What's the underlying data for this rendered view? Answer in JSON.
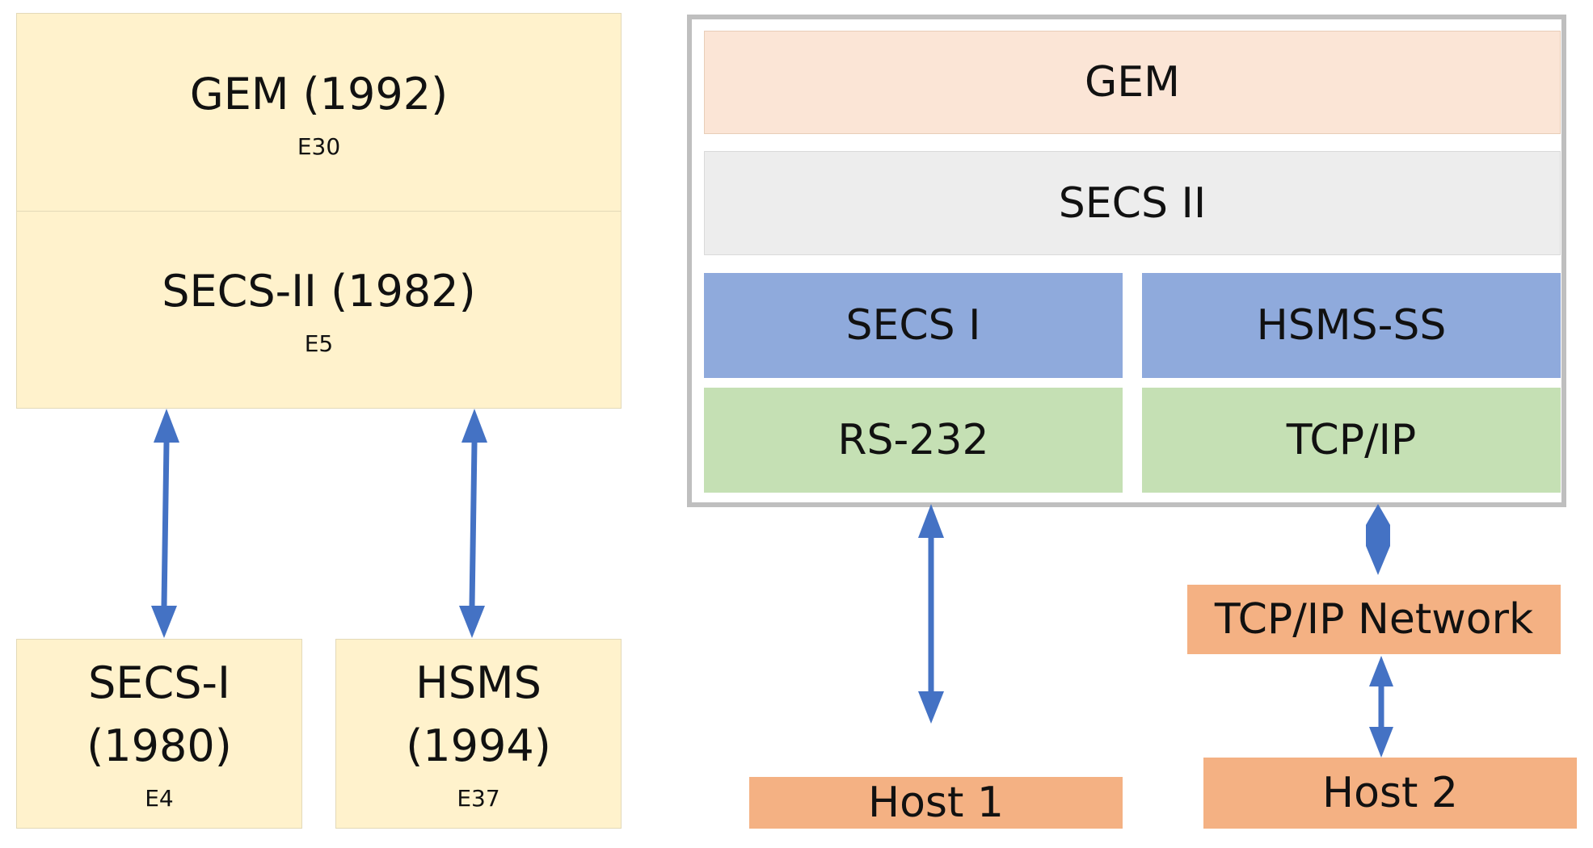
{
  "left": {
    "gem": {
      "title": "GEM (1992)",
      "code": "E30"
    },
    "secs2": {
      "title": "SECS-II (1982)",
      "code": "E5"
    },
    "secs1": {
      "title": "SECS-I",
      "year": "(1980)",
      "code": "E4"
    },
    "hsms": {
      "title": "HSMS",
      "year": "(1994)",
      "code": "E37"
    }
  },
  "right": {
    "gem": "GEM",
    "secs2": "SECS II",
    "secs1": "SECS I",
    "hsms_ss": "HSMS-SS",
    "rs232": "RS-232",
    "tcpip": "TCP/IP",
    "network": "TCP/IP Network",
    "host1": "Host 1",
    "host2": "Host 2"
  },
  "colors": {
    "left_box": "#FFF2CC",
    "gem_layer": "#FBE5D6",
    "secs2_layer": "#EDEDED",
    "transport_layer": "#8FAADC",
    "physical_layer": "#C5E0B4",
    "host": "#F4B183",
    "arrow": "#4472C4",
    "frame": "#BFBFBF"
  }
}
